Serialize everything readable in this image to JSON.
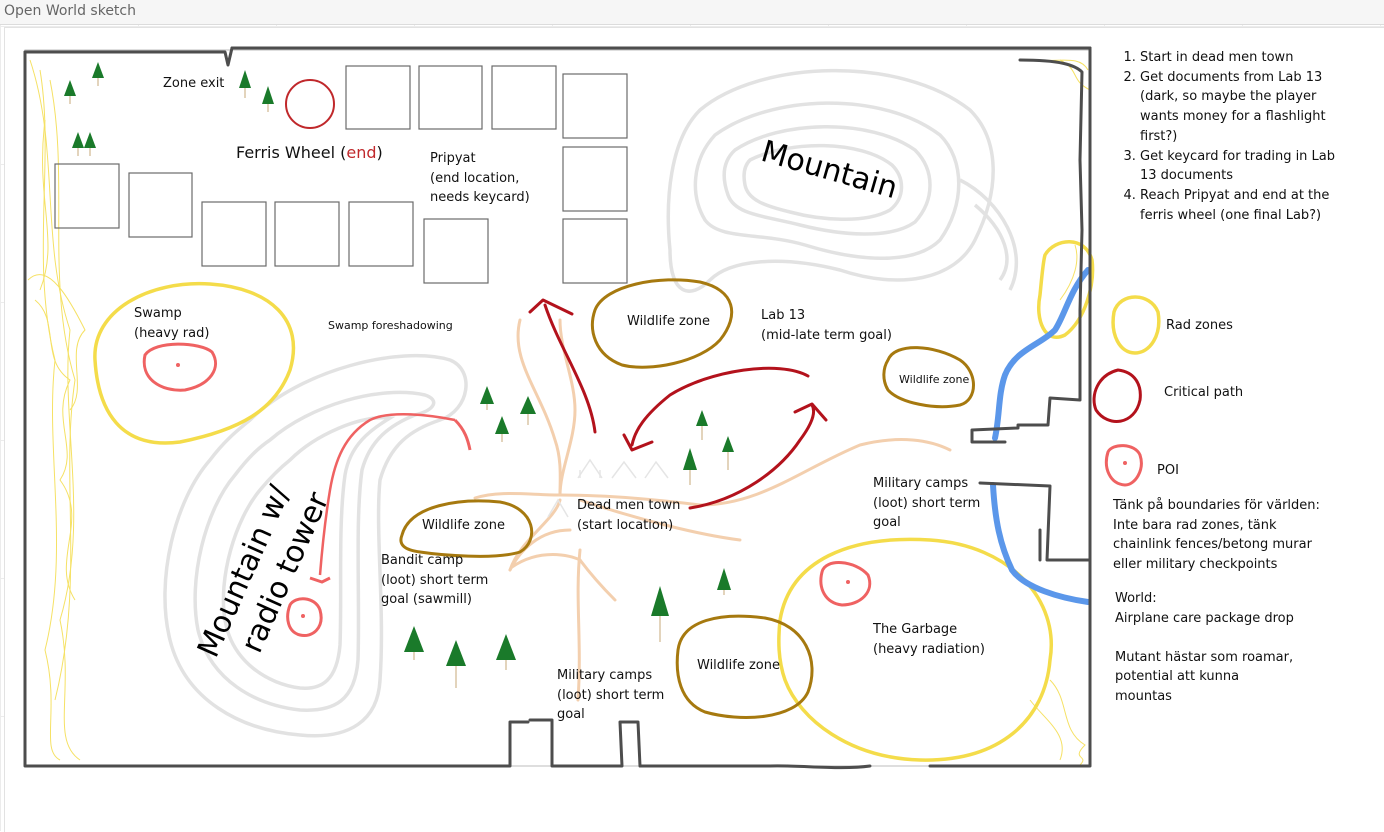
{
  "window": {
    "title": "Open World sketch"
  },
  "map": {
    "zone_exit": "Zone exit",
    "ferris_wheel": {
      "prefix": "Ferris Wheel (",
      "highlight": "end",
      "suffix": ")"
    },
    "pripyat": [
      "Pripyat",
      "(end location,",
      "needs keycard)"
    ],
    "mountain": "Mountain",
    "swamp": [
      "Swamp",
      "(heavy rad)"
    ],
    "swamp_foreshadowing": "Swamp foreshadowing",
    "wildlife_zone": "Wildlife zone",
    "lab13": [
      "Lab 13",
      "(mid-late term goal)"
    ],
    "mountain_radio": [
      "Mountain w/",
      "radio tower"
    ],
    "dead_men_town": [
      "Dead men town",
      "(start location)"
    ],
    "bandit_camp": [
      "Bandit camp",
      "(loot) short term",
      "goal (sawmill)"
    ],
    "military_camps_east": [
      "Military camps",
      "(loot) short term",
      "goal"
    ],
    "military_camps_south": [
      "Military camps",
      "(loot) short term",
      "goal"
    ],
    "garbage": [
      "The Garbage",
      "(heavy radiation)"
    ]
  },
  "notes": {
    "steps": [
      "Start in dead men town",
      "Get documents from Lab 13 (dark, so maybe the player wants money for a flashlight first?)",
      "Get keycard for trading in Lab 13 documents",
      "Reach Pripyat and end at the ferris wheel (one final Lab?)"
    ]
  },
  "legend": {
    "rad_zones": "Rad zones",
    "critical_path": "Critical path",
    "poi": "POI"
  },
  "boundaries_note": [
    "Tänk på boundaries för världen:",
    "Inte bara rad zones, tänk",
    "chainlink fences/betong murar",
    "eller military checkpoints"
  ],
  "world_note": {
    "heading": "World:",
    "line1": "Airplane care package drop",
    "mutant": [
      "Mutant hästar som roamar,",
      "potential att kunna",
      "mountas"
    ]
  },
  "colors": {
    "rad_zone": "#f4dc4a",
    "critical_path": "#b3121c",
    "poi": "#ef6262",
    "wildlife": "#a6790f",
    "mountain": "#e3e3e3",
    "road": "#f3cfae",
    "water": "#5b97ea",
    "wall": "#4d4d4d",
    "tree": "#1a7a2a"
  }
}
